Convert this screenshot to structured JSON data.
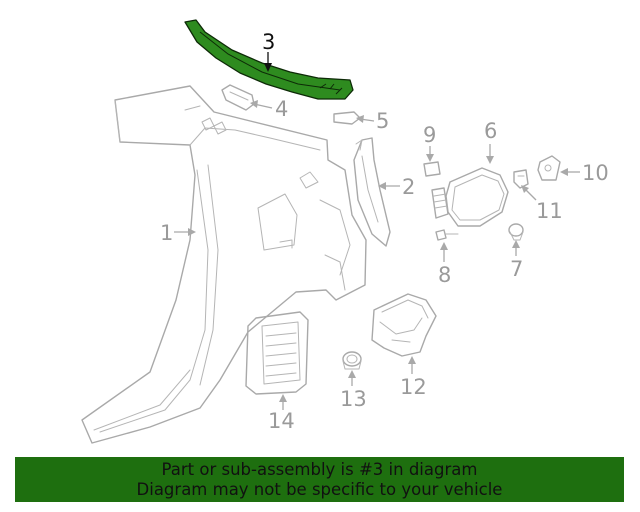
{
  "callouts": [
    {
      "num": "1",
      "highlight": false
    },
    {
      "num": "2",
      "highlight": false
    },
    {
      "num": "3",
      "highlight": true
    },
    {
      "num": "4",
      "highlight": false
    },
    {
      "num": "5",
      "highlight": false
    },
    {
      "num": "6",
      "highlight": false
    },
    {
      "num": "7",
      "highlight": false
    },
    {
      "num": "8",
      "highlight": false
    },
    {
      "num": "9",
      "highlight": false
    },
    {
      "num": "10",
      "highlight": false
    },
    {
      "num": "11",
      "highlight": false
    },
    {
      "num": "12",
      "highlight": false
    },
    {
      "num": "13",
      "highlight": false
    },
    {
      "num": "14",
      "highlight": false
    }
  ],
  "colors": {
    "highlight_part": "#2e8b1f",
    "banner_bg": "#1e6f0f",
    "line": "#a9a9a9",
    "label": "#9a9a9a"
  },
  "banner": {
    "line1": "Part or sub-assembly is #3 in diagram",
    "line2": "Diagram may not be specific to your vehicle"
  }
}
